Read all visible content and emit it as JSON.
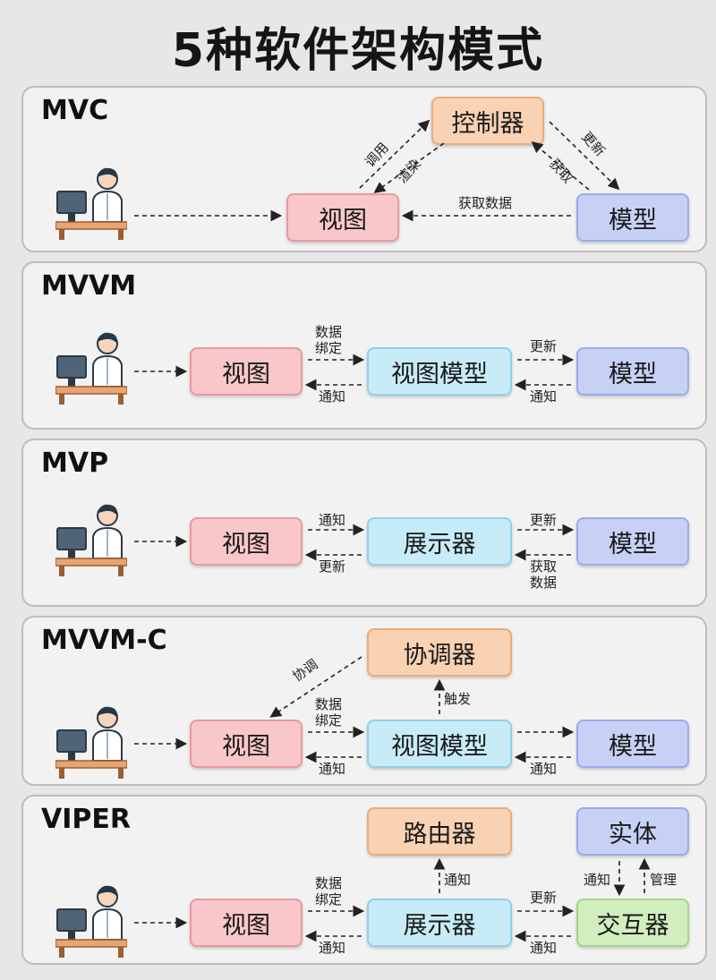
{
  "title": "5种软件架构模式",
  "colors": {
    "pink": "#f9c7ca",
    "cyan": "#c7ecf8",
    "blue": "#c7d1f6",
    "orange": "#f8d2b3",
    "green": "#d2eebe"
  },
  "icons": [
    "user-at-computer-icon"
  ],
  "mvc": {
    "name": "MVC",
    "controller": "控制器",
    "view": "视图",
    "model": "模型",
    "call": "调用",
    "render": "渲染",
    "update": "更新",
    "get": "获取",
    "fetch_data": "获取数据"
  },
  "mvvm": {
    "name": "MVVM",
    "view": "视图",
    "viewmodel": "视图模型",
    "model": "模型",
    "bind": "数据\n绑定",
    "notify": "通知",
    "update": "更新",
    "notify2": "通知"
  },
  "mvp": {
    "name": "MVP",
    "view": "视图",
    "presenter": "展示器",
    "model": "模型",
    "notify": "通知",
    "update": "更新",
    "update2": "更新",
    "fetch": "获取\n数据"
  },
  "mvvmc": {
    "name": "MVVM-C",
    "coordinator": "协调器",
    "view": "视图",
    "viewmodel": "视图模型",
    "model": "模型",
    "coord": "协调",
    "trigger": "触发",
    "bind": "数据\n绑定",
    "notify": "通知",
    "notify2": "通知"
  },
  "viper": {
    "name": "VIPER",
    "router": "路由器",
    "entity": "实体",
    "view": "视图",
    "presenter": "展示器",
    "interactor": "交互器",
    "notify_router": "通知",
    "notify_entity": "通知",
    "manage": "管理",
    "bind": "数据\n绑定",
    "notify": "通知",
    "update": "更新",
    "notify2": "通知"
  }
}
